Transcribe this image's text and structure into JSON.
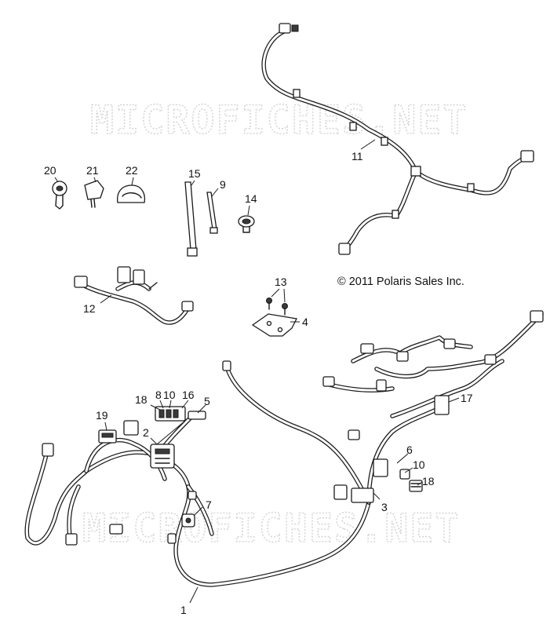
{
  "watermark_text": "MICROFICHES.NET",
  "copyright": "© 2011 Polaris Sales Inc.",
  "callouts": {
    "c1": "1",
    "c2": "2",
    "c3": "3",
    "c4": "4",
    "c5": "5",
    "c6": "6",
    "c7": "7",
    "c8": "8",
    "c9": "9",
    "c10a": "10",
    "c10b": "10",
    "c11": "11",
    "c12": "12",
    "c13": "13",
    "c14": "14",
    "c15": "15",
    "c16": "16",
    "c17": "17",
    "c18a": "18",
    "c18b": "18",
    "c19": "19",
    "c20": "20",
    "c21": "21",
    "c22": "22"
  }
}
